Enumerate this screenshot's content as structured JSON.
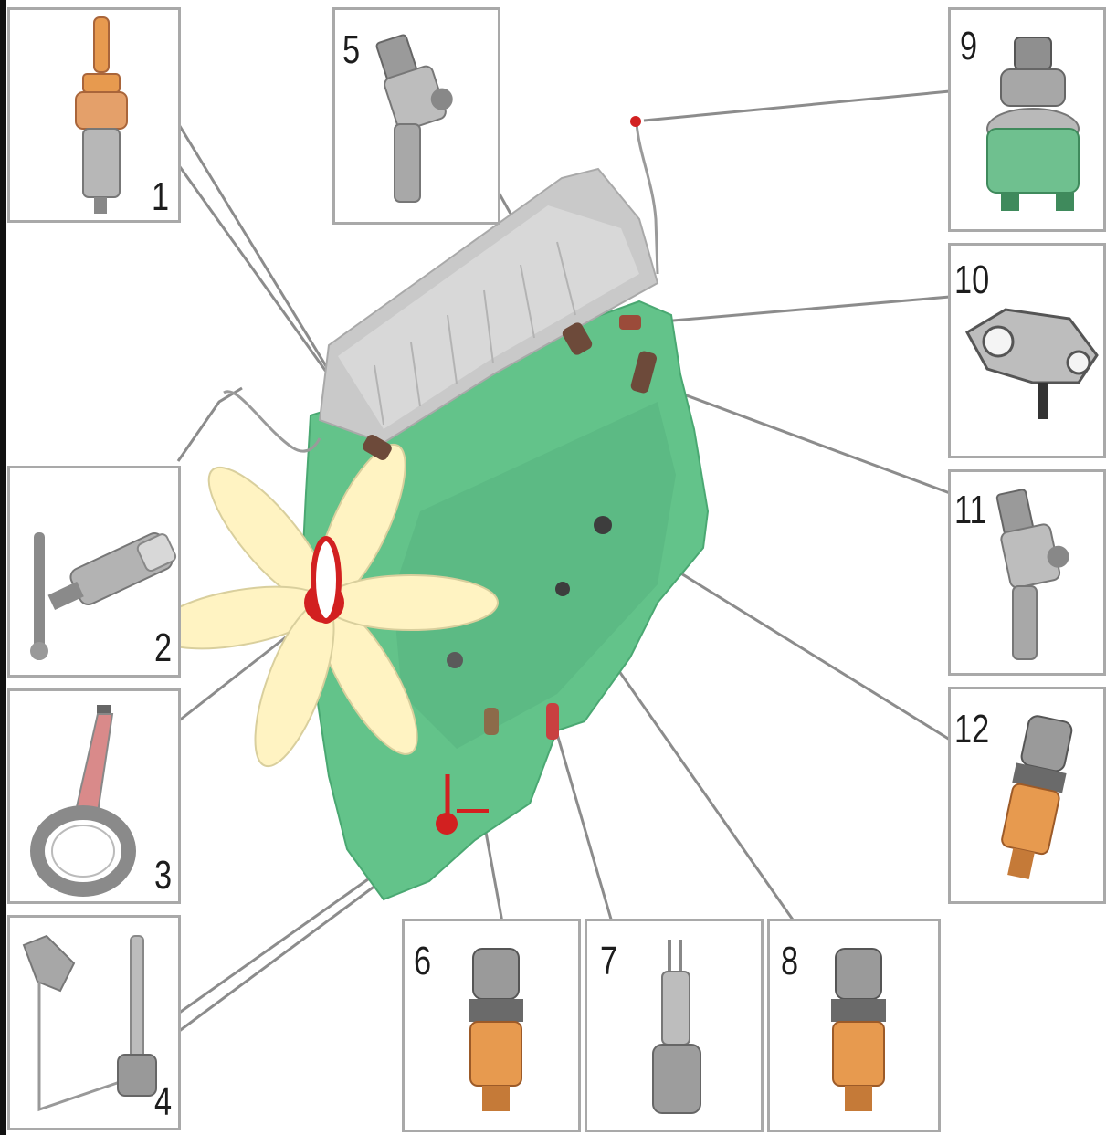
{
  "diagram": {
    "colors": {
      "engine_body": "#63c38a",
      "engine_shadow": "#4aa872",
      "valve_cover": "#c9c9c9",
      "fan": "#fff3c2",
      "sensor_orange": "#e79a4f",
      "sensor_grey": "#8f8f8f",
      "box_border": "#a9a9a9",
      "leader_line": "#8c8c8c",
      "sensor_green": "#6fc08f",
      "red_marker": "#d22020"
    },
    "callouts": [
      {
        "number": "1",
        "icon": "temperature-sensor-icon"
      },
      {
        "number": "2",
        "icon": "probe-sensor-icon"
      },
      {
        "number": "3",
        "icon": "fan-speed-sensor-icon"
      },
      {
        "number": "4",
        "icon": "level-sensor-icon"
      },
      {
        "number": "5",
        "icon": "position-sensor-icon"
      },
      {
        "number": "6",
        "icon": "pressure-sensor-icon"
      },
      {
        "number": "7",
        "icon": "water-in-fuel-sensor-icon"
      },
      {
        "number": "8",
        "icon": "pressure-sensor-icon"
      },
      {
        "number": "9",
        "icon": "pressure-switch-icon"
      },
      {
        "number": "10",
        "icon": "boost-pressure-sensor-icon"
      },
      {
        "number": "11",
        "icon": "position-sensor-icon"
      },
      {
        "number": "12",
        "icon": "temperature-pressure-sensor-icon"
      }
    ]
  }
}
